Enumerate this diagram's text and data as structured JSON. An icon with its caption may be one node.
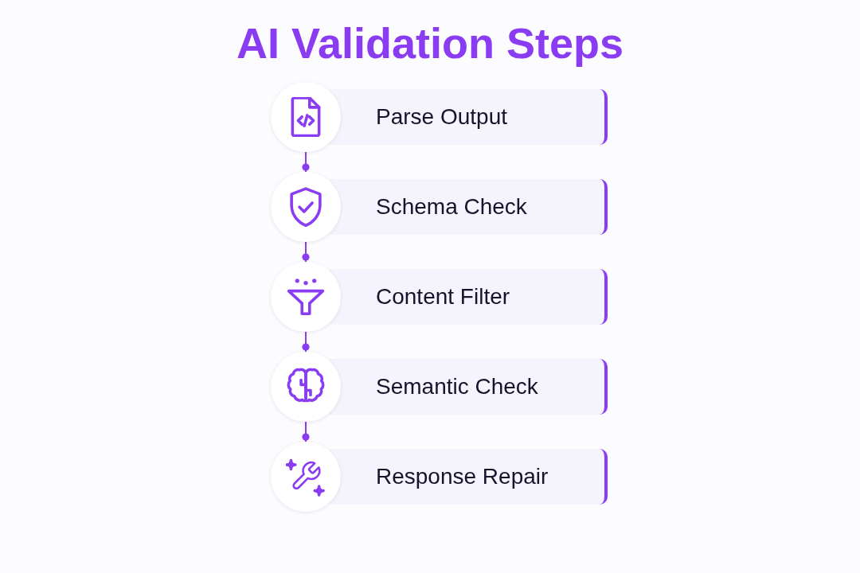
{
  "diagram": {
    "title": "AI Validation Steps",
    "nodes": [
      {
        "text": [],
        "shape": "circle"
      },
      {
        "text": [
          "Parse Output"
        ]
      },
      {
        "text": [],
        "shape": "circle"
      },
      {
        "text": [
          "Schema Check"
        ]
      },
      {
        "text": [],
        "shape": "circle"
      },
      {
        "text": [
          "Content Filter"
        ]
      },
      {
        "text": [],
        "shape": "circle"
      },
      {
        "text": [
          "Semantic Check"
        ]
      },
      {
        "text": [],
        "shape": "circle"
      },
      {
        "text": [
          "Response Repair"
        ]
      }
    ],
    "edges": [
      {
        "from": 0,
        "to": 2,
        "arrow": "other"
      },
      {
        "from": 2,
        "to": 4,
        "arrow": "other"
      },
      {
        "from": 4,
        "to": 6,
        "arrow": "other"
      },
      {
        "from": 6,
        "to": 8,
        "arrow": "other"
      }
    ]
  }
}
